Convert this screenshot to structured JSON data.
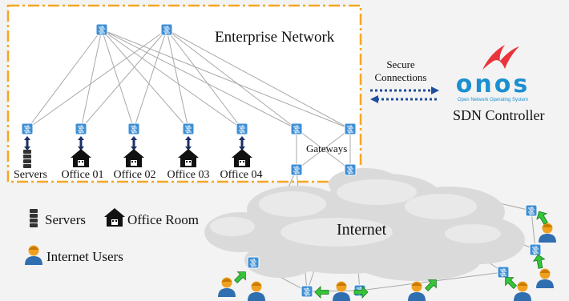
{
  "enterprise": {
    "title": "Enterprise Network",
    "gateways_label": "Gateways",
    "nodes": [
      {
        "label": "Servers",
        "kind": "server"
      },
      {
        "label": "Office 01",
        "kind": "office"
      },
      {
        "label": "Office 02",
        "kind": "office"
      },
      {
        "label": "Office 03",
        "kind": "office"
      },
      {
        "label": "Office 04",
        "kind": "office"
      }
    ]
  },
  "controller": {
    "link_label_line1": "Secure",
    "link_label_line2": "Connections",
    "logo_text": "onos",
    "logo_subtitle": "Open Network Operating System",
    "caption": "SDN Controller"
  },
  "internet": {
    "label": "Internet"
  },
  "legend": {
    "servers": "Servers",
    "office_room": "Office Room",
    "internet_users": "Internet Users"
  },
  "colors": {
    "switch_blue": "#3f8fd4",
    "border_orange": "#f5a623",
    "onos_blue": "#1b8fd0",
    "onos_red": "#e8343a",
    "arrow_green": "#35c43a",
    "user_orange": "#f0a020"
  }
}
